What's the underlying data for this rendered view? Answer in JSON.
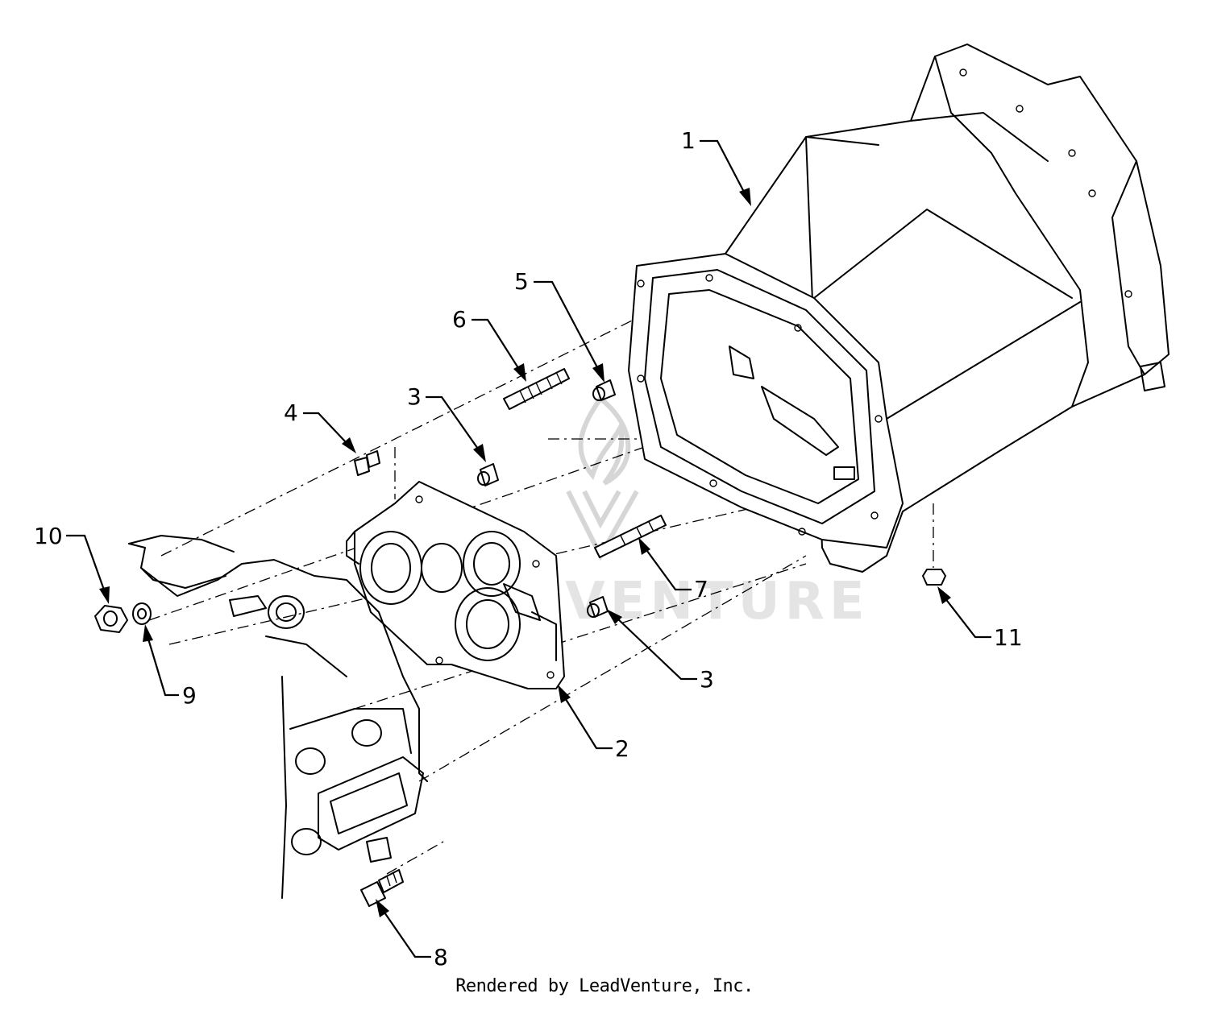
{
  "callouts": [
    {
      "id": "1",
      "label": "1"
    },
    {
      "id": "2",
      "label": "2"
    },
    {
      "id": "3a",
      "label": "3"
    },
    {
      "id": "3b",
      "label": "3"
    },
    {
      "id": "4",
      "label": "4"
    },
    {
      "id": "5",
      "label": "5"
    },
    {
      "id": "6",
      "label": "6"
    },
    {
      "id": "7",
      "label": "7"
    },
    {
      "id": "8",
      "label": "8"
    },
    {
      "id": "9",
      "label": "9"
    },
    {
      "id": "10",
      "label": "10"
    },
    {
      "id": "11",
      "label": "11"
    }
  ],
  "watermark": {
    "text": "LEADVENTURE",
    "icon": "leadventure-flame-logo"
  },
  "footer": {
    "text": "Rendered by LeadVenture, Inc."
  },
  "colors": {
    "line": "#000000",
    "background": "#ffffff",
    "watermark": "#d6d6d6"
  }
}
